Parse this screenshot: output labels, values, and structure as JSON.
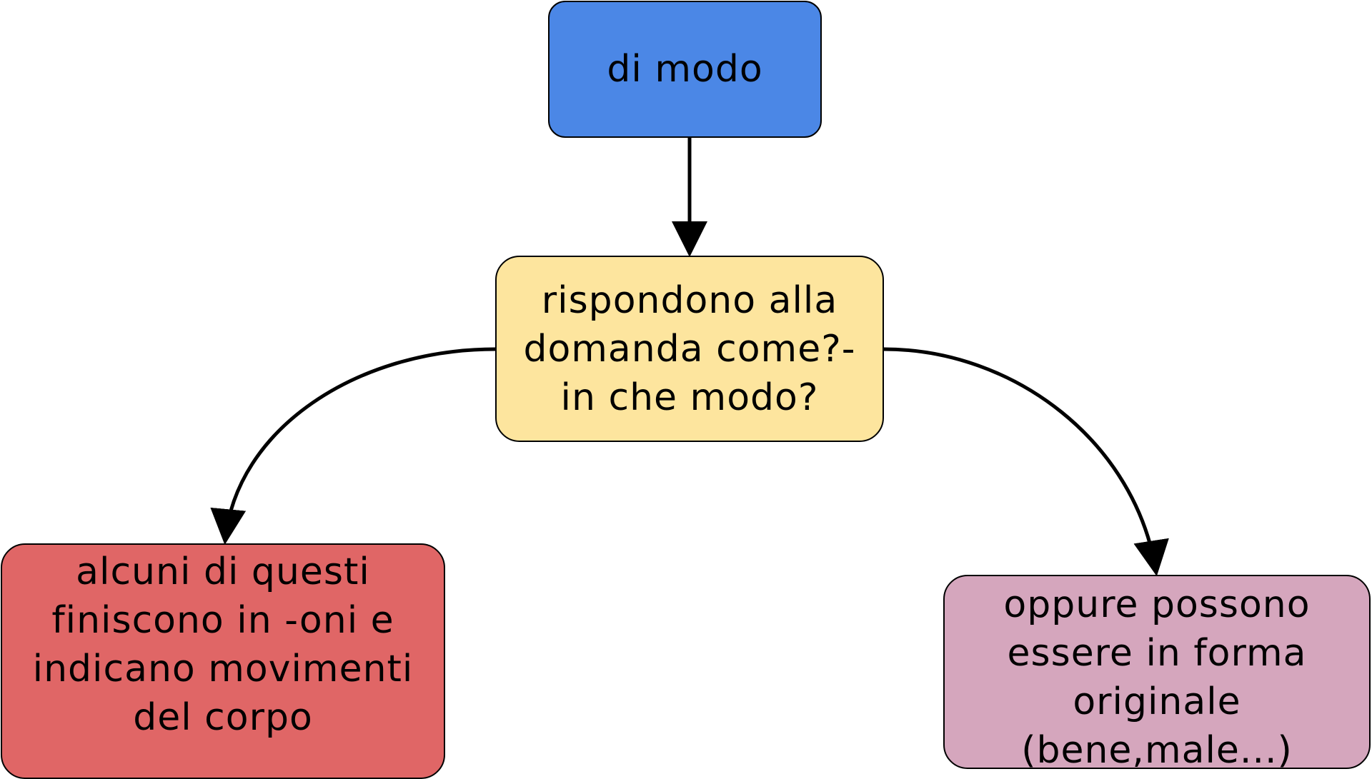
{
  "nodes": {
    "root": {
      "text": "di modo",
      "color": "#4b87e6"
    },
    "question": {
      "text": "rispondono alla domanda come?-in che modo?",
      "color": "#fde59e"
    },
    "left": {
      "text": "alcuni di questi finiscono in -oni e indicano movimenti del corpo",
      "color": "#e06666"
    },
    "right": {
      "text": "oppure possono essere in forma originale (bene,male...)",
      "color": "#d5a6bd"
    }
  },
  "edges": [
    {
      "from": "root",
      "to": "question",
      "style": "straight"
    },
    {
      "from": "question",
      "to": "left",
      "style": "curved"
    },
    {
      "from": "question",
      "to": "right",
      "style": "curved"
    }
  ],
  "connector_color": "#000000"
}
